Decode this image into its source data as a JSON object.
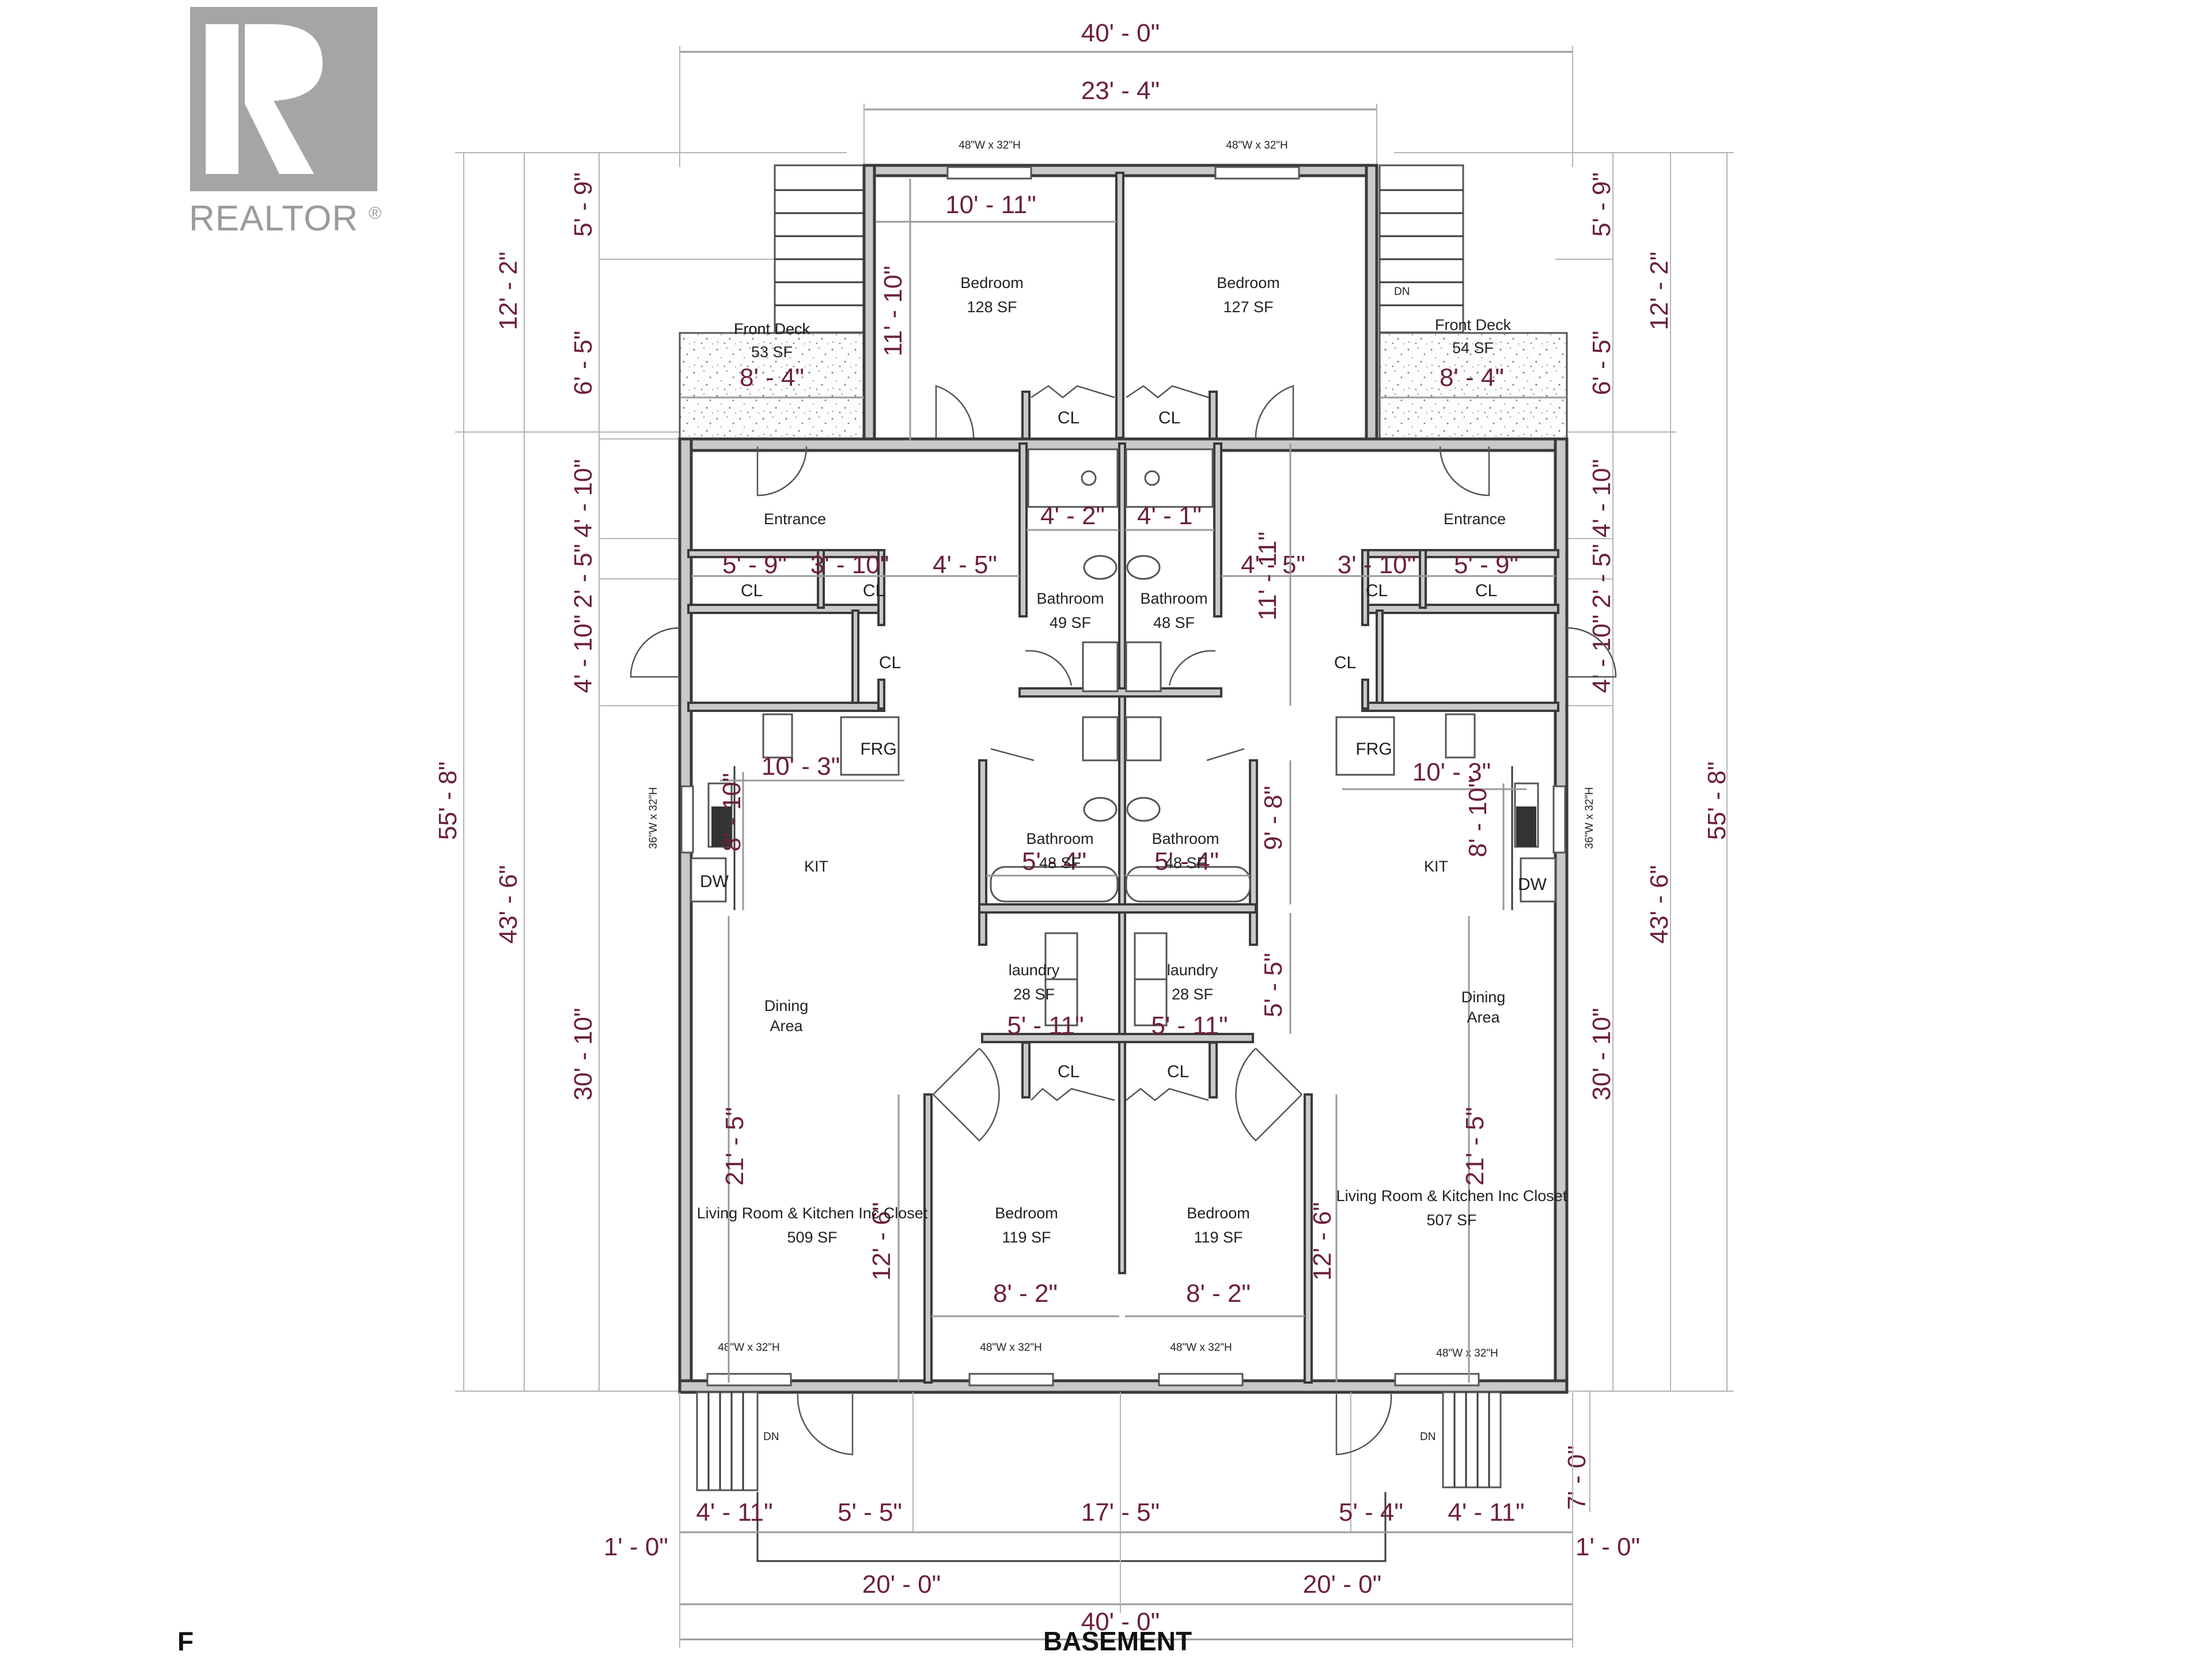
{
  "logo": {
    "text": "REALTOR",
    "mark": "®",
    "color": "#9b9b9b"
  },
  "plan_title": "BASEMENT",
  "cutoff_letter": "F",
  "colors": {
    "dimension_text": "#6d1f3e",
    "wall_fill": "#c9c9c9",
    "wall_stroke": "#3a3a3a",
    "dimension_line": "#9a9a9a"
  },
  "dimensions": {
    "top_overall": "40' - 0\"",
    "top_bedrooms": "23' - 4\"",
    "bottom_overall": "40' - 0\"",
    "bottom_left_half": "20' - 0\"",
    "bottom_right_half": "20' - 0\"",
    "bottom_segments": [
      "4' - 11\"",
      "5' - 5\"",
      "17' - 5\"",
      "5' - 4\"",
      "4' - 11\""
    ],
    "bottom_left_offset": "1' - 0\"",
    "bottom_right_offset": "1' - 0\"",
    "right_bottom_rear": "7' - 0\"",
    "left_side": {
      "overall": "55' - 8\"",
      "upper": "12' - 2\"",
      "lower": "43' - 6\"",
      "segments": [
        "5' - 9\"",
        "6' - 5\"",
        "4' - 10\"",
        "2' - 5\"",
        "4' - 10\"",
        "30' - 10\""
      ]
    },
    "right_side": {
      "overall": "55' - 8\"",
      "upper": "12' - 2\"",
      "lower": "43' - 6\"",
      "segments": [
        "5' - 9\"",
        "6' - 5\"",
        "4' - 10\"",
        "2' - 5\"",
        "4' - 10\"",
        "30' - 10\""
      ]
    },
    "interior": {
      "top_bedroom_width": "10' - 11\"",
      "top_bedroom_depth": "11' - 10\"",
      "deck_left_width": "8' - 4\"",
      "deck_right_width": "8' - 4\"",
      "shower_left": "4' - 2\"",
      "shower_right": "4' - 1\"",
      "cl_left_a": "5' - 9\"",
      "cl_left_b": "3' - 10\"",
      "hall_left": "4' - 5\"",
      "hall_right": "4' - 5\"",
      "cl_right_a": "3' - 10\"",
      "cl_right_b": "5' - 9\"",
      "center_vertical": "11' - 11\"",
      "kitchen_left_width": "10' - 3\"",
      "kitchen_right_width": "10' - 3\"",
      "kitchen_left_depth": "8' - 10\"",
      "kitchen_right_depth": "8' - 10\"",
      "bath_lower_depth": "9' - 8\"",
      "tub_left": "5' - 4\"",
      "tub_right": "5' - 4\"",
      "laundry_depth": "5' - 5\"",
      "laundry_left": "5' - 11\"",
      "laundry_right": "5' - 11\"",
      "living_left_depth": "21' - 5\"",
      "living_right_depth": "21' - 5\"",
      "bed_lower_left_depth": "12' - 6\"",
      "bed_lower_right_depth": "12' - 6\"",
      "bed_lower_left_width": "8' - 2\"",
      "bed_lower_right_width": "8' - 2\""
    }
  },
  "rooms": {
    "bedroom_top_left": {
      "name": "Bedroom",
      "area": "128 SF"
    },
    "bedroom_top_right": {
      "name": "Bedroom",
      "area": "127 SF"
    },
    "deck_left": {
      "name": "Front Deck",
      "area": "53 SF"
    },
    "deck_right": {
      "name": "Front Deck",
      "area": "54 SF"
    },
    "entrance_left": {
      "name": "Entrance"
    },
    "entrance_right": {
      "name": "Entrance"
    },
    "bath_upper_left": {
      "name": "Bathroom",
      "area": "49 SF"
    },
    "bath_upper_right": {
      "name": "Bathroom",
      "area": "48 SF"
    },
    "bath_lower_left": {
      "name": "Bathroom",
      "area": "48 SF"
    },
    "bath_lower_right": {
      "name": "Bathroom",
      "area": "48 SF"
    },
    "laundry_left": {
      "name": "laundry",
      "area": "28 SF"
    },
    "laundry_right": {
      "name": "laundry",
      "area": "28 SF"
    },
    "kit_left": {
      "name": "KIT"
    },
    "kit_right": {
      "name": "KIT"
    },
    "dining_left": {
      "line1": "Dining",
      "line2": "Area"
    },
    "dining_right": {
      "line1": "Dining",
      "line2": "Area"
    },
    "living_left": {
      "name": "Living Room & Kitchen Inc Closet",
      "area": "509 SF"
    },
    "living_right": {
      "name": "Living Room & Kitchen Inc Closet",
      "area": "507 SF"
    },
    "bedroom_bottom_left": {
      "name": "Bedroom",
      "area": "119 SF"
    },
    "bedroom_bottom_right": {
      "name": "Bedroom",
      "area": "119 SF"
    }
  },
  "labels": {
    "closet": "CL",
    "fridge": "FRG",
    "dishwasher": "DW",
    "stairs_down": "DN"
  },
  "windows": {
    "large": "48\"W x 32\"H",
    "side": "36\"W x 32\"H"
  }
}
